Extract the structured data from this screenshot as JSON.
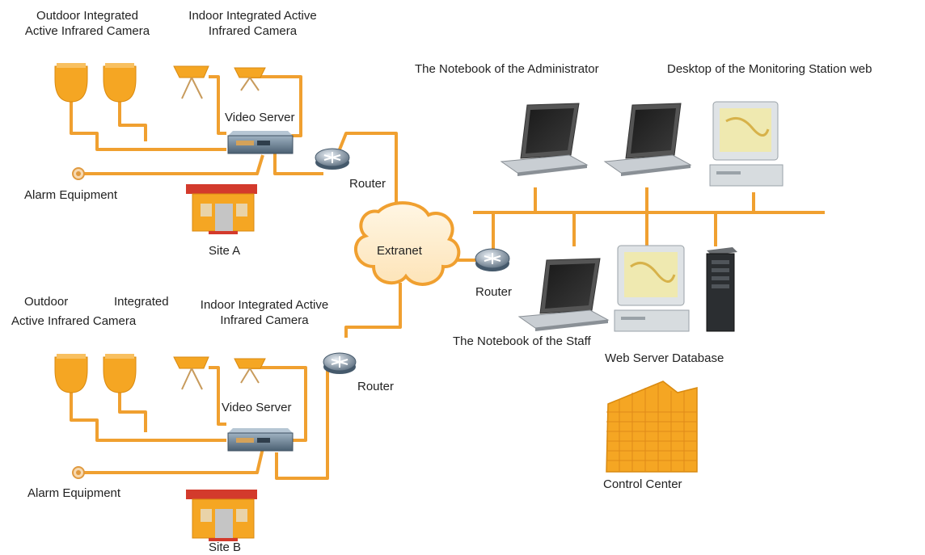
{
  "site_a": {
    "outdoor_camera_label": "Outdoor Integrated\nActive Infrared Camera",
    "indoor_camera_label": "Indoor Integrated Active\nInfrared Camera",
    "video_server_label": "Video Server",
    "alarm_label": "Alarm Equipment",
    "site_label": "Site A",
    "router_label": "Router"
  },
  "site_b": {
    "outdoor_camera_label_word1": "Outdoor",
    "outdoor_camera_label_word2": "Integrated",
    "outdoor_camera_label_line2": "Active Infrared Camera",
    "indoor_camera_label": "Indoor Integrated Active\nInfrared Camera",
    "video_server_label": "Video Server",
    "alarm_label": "Alarm Equipment",
    "site_label": "Site B",
    "router_label": "Router"
  },
  "network": {
    "extranet_label": "Extranet",
    "router_label": "Router"
  },
  "control": {
    "admin_notebook_label": "The Notebook of the Administrator",
    "monitoring_desktop_label": "Desktop of the Monitoring Station web",
    "staff_notebook_label": "The Notebook of the Staff",
    "servers_label": "Web Server Database",
    "center_label": "Control Center"
  },
  "colors": {
    "wire": "#f0a030",
    "camera": "#f5a623",
    "device_gray": "#6f8396",
    "building_red": "#d33a2c"
  }
}
